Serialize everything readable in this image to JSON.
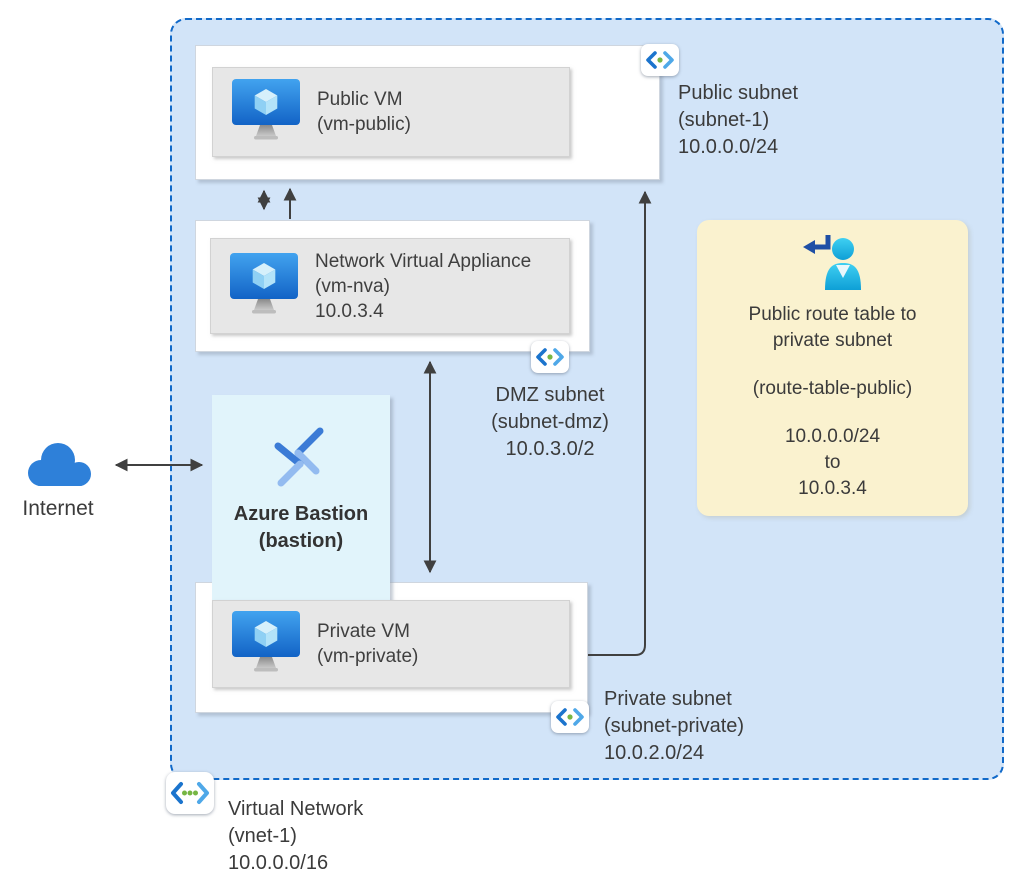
{
  "colors": {
    "vnet_fill": "#d2e4f8",
    "vnet_border": "#1069c9",
    "subnet_box_fill": "#ffffff",
    "vm_box_fill": "#e7e7e7",
    "bastion_fill": "#e1f4fb",
    "route_table_fill": "#faf2cf",
    "arrow": "#404040",
    "text": "#3b3b3b",
    "icon_chevron_blue": "#1b74cd",
    "icon_dot_green": "#76b643",
    "cloud_blue": "#2e80d9"
  },
  "internet": {
    "icon": "cloud-icon",
    "label": "Internet"
  },
  "vnet": {
    "icon": "virtual-network-icon",
    "title": "Virtual Network",
    "name": "(vnet-1)",
    "cidr": "10.0.0.0/16"
  },
  "subnets": {
    "public": {
      "icon": "subnet-icon",
      "title": "Public subnet",
      "name": "(subnet-1)",
      "cidr": "10.0.0.0/24"
    },
    "dmz": {
      "icon": "subnet-icon",
      "title": "DMZ subnet",
      "name": "(subnet-dmz)",
      "cidr": "10.0.3.0/2"
    },
    "private": {
      "icon": "subnet-icon",
      "title": "Private subnet",
      "name": "(subnet-private)",
      "cidr": "10.0.2.0/24"
    }
  },
  "vms": {
    "public": {
      "icon": "vm-icon",
      "title": "Public VM",
      "name": "(vm-public)"
    },
    "nva": {
      "icon": "vm-icon",
      "title": "Network Virtual Appliance",
      "name": "(vm-nva)",
      "ip": "10.0.3.4"
    },
    "private": {
      "icon": "vm-icon",
      "title": "Private VM",
      "name": "(vm-private)"
    }
  },
  "bastion": {
    "icon": "bastion-icon",
    "title": "Azure Bastion",
    "name": "(bastion)"
  },
  "route_table": {
    "icon": "route-user-icon",
    "title_line1": "Public route table to",
    "title_line2": "private subnet",
    "name": "(route-table-public)",
    "route_source": "10.0.0.0/24",
    "route_connector": "to",
    "route_next_hop": "10.0.3.4"
  }
}
